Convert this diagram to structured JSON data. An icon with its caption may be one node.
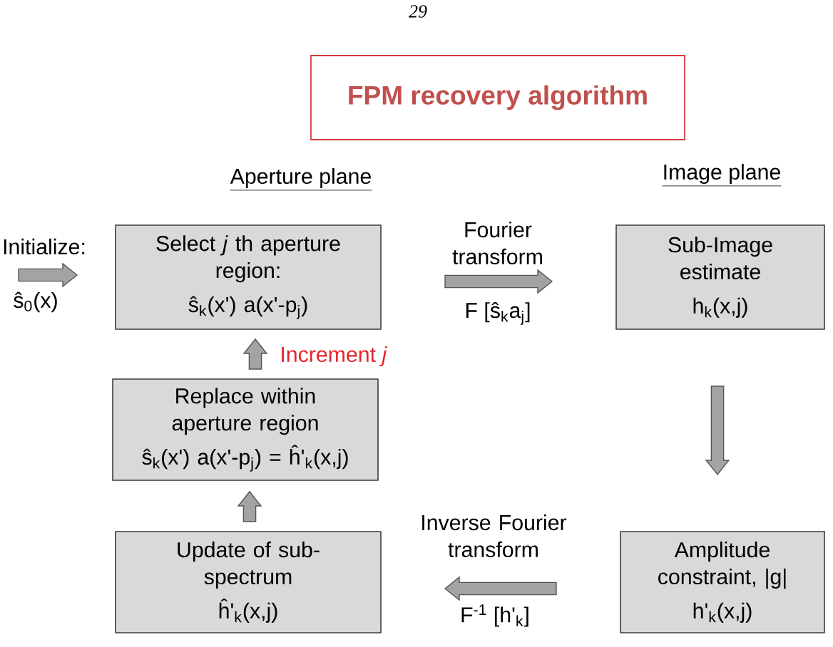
{
  "diagram": {
    "title": "FPM recovery algorithm",
    "nodes": [
      {
        "text": [
          "Select *j* th aperture region:",
          "ŝ$_{k}$(x') a(x'-p$_{j}$)"
        ]
      },
      {
        "text": [
          "Sub-Image estimate",
          "h$_{k}$(x,j)"
        ]
      },
      {
        "text": [
          "Replace within aperture region",
          "ŝ$_{k}$(x') a(x'-p$_{j}$) = ĥ'$_{k}$(x,j)"
        ]
      },
      {
        "text": [
          "Update of sub- spectrum",
          "ĥ'$_{k}$(x,j)"
        ]
      },
      {
        "text": [
          "Amplitude constraint, |g|",
          "h'$_{k}$(x,j)"
        ]
      }
    ],
    "edges": [
      {
        "from": null,
        "to": 0,
        "arrow": "to",
        "label": "Initialize:"
      },
      {
        "from": 0,
        "to": 1,
        "arrow": "to",
        "label": "Fourier transform"
      },
      {
        "from": 1,
        "to": 4,
        "arrow": "to"
      },
      {
        "from": 4,
        "to": 3,
        "arrow": "to",
        "label": "Inverse Fourier transform"
      },
      {
        "from": 3,
        "to": 2,
        "arrow": "to"
      },
      {
        "from": 2,
        "to": 0,
        "arrow": "to",
        "label": "Increment *j*"
      }
    ],
    "labels": [
      "29",
      "Aperture plane",
      "Image plane",
      "ŝ$_{0}$(x)",
      "F [ŝ$_{k}$a$_{j}$]",
      "F$^{-1}$ [h'$_{k}$]"
    ]
  }
}
